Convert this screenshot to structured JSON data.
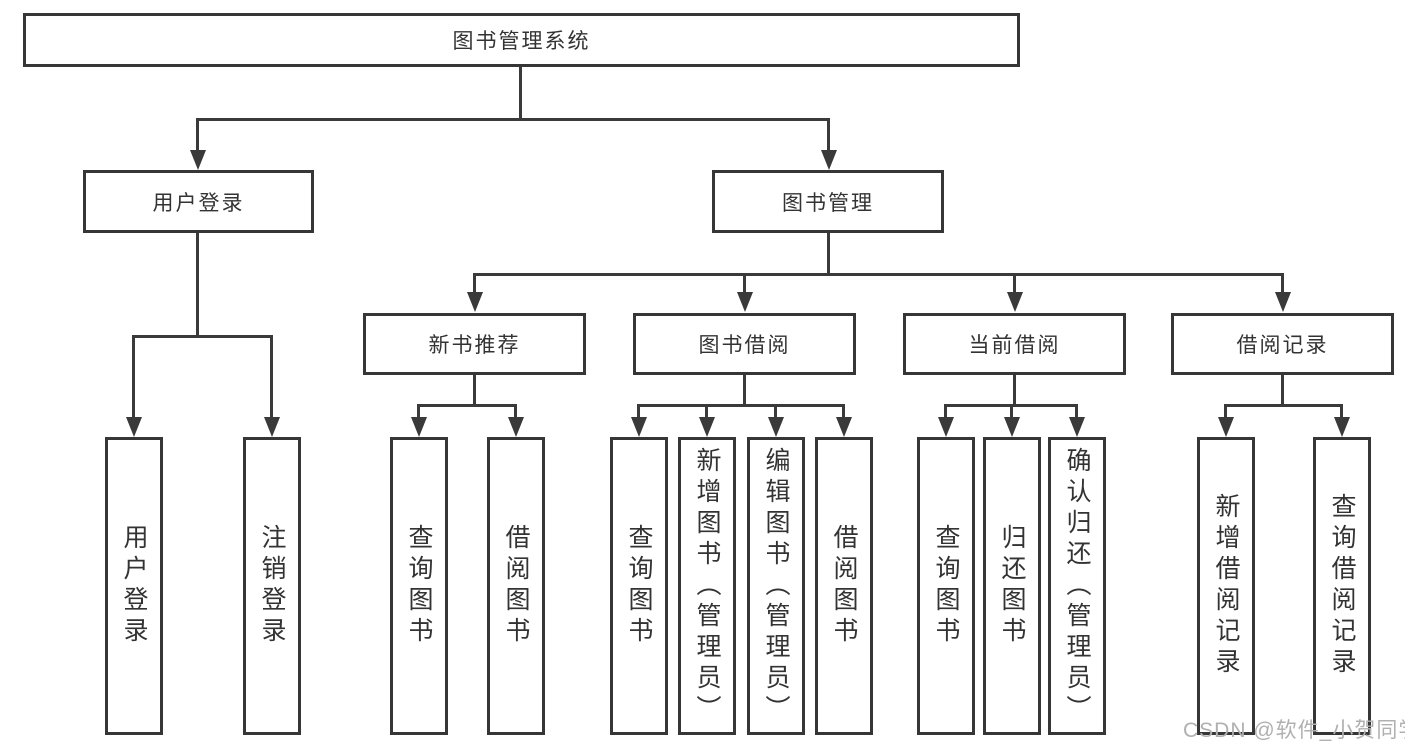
{
  "tree": {
    "label": "图书管理系统",
    "children": [
      {
        "label": "用户登录",
        "children": [
          {
            "label": "用户登录"
          },
          {
            "label": "注销登录"
          }
        ]
      },
      {
        "label": "图书管理",
        "children": [
          {
            "label": "新书推荐",
            "children": [
              {
                "label": "查询图书"
              },
              {
                "label": "借阅图书"
              }
            ]
          },
          {
            "label": "图书借阅",
            "children": [
              {
                "label": "查询图书"
              },
              {
                "label": "新增图书（管理员）"
              },
              {
                "label": "编辑图书（管理员）"
              },
              {
                "label": "借阅图书"
              }
            ]
          },
          {
            "label": "当前借阅",
            "children": [
              {
                "label": "查询图书"
              },
              {
                "label": "归还图书"
              },
              {
                "label": "确认归还（管理员）"
              }
            ]
          },
          {
            "label": "借阅记录",
            "children": [
              {
                "label": "新增借阅记录"
              },
              {
                "label": "查询借阅记录"
              }
            ]
          }
        ]
      }
    ]
  },
  "watermark": "CSDN @软件_小贺同学",
  "colors": {
    "line": "#3a3a3a",
    "box_border": "#363636",
    "box_fill": "#ffffff",
    "text": "#333333",
    "watermark": "#b0b0b0",
    "background": "#ffffff"
  }
}
